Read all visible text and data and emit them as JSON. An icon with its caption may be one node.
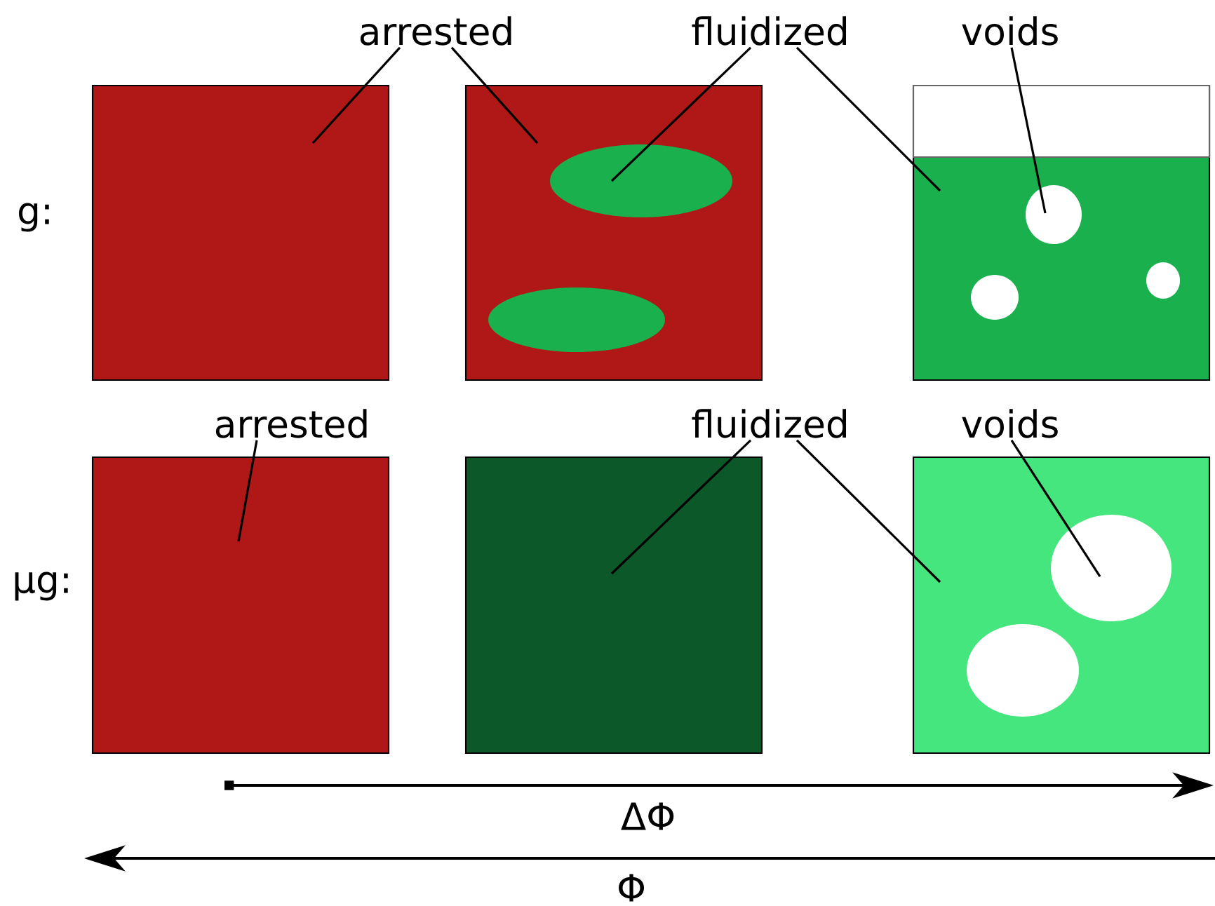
{
  "diagram": {
    "nodes": [
      {
        "text": [
          "arrested"
        ]
      },
      {
        "text": [
          "fluidized"
        ]
      },
      {
        "text": [
          "voids"
        ]
      },
      {
        "text": [
          "arrested"
        ]
      },
      {
        "text": [
          "fluidized"
        ]
      },
      {
        "text": [
          "voids"
        ]
      },
      {
        "text": [],
        "shape": "box"
      },
      {
        "text": [],
        "shape": "box"
      },
      {
        "text": [],
        "shape": "ellipse",
        "in": 7
      },
      {
        "text": [],
        "shape": "ellipse",
        "in": 7
      },
      {
        "text": [],
        "shape": "box"
      },
      {
        "text": [],
        "shape": "circle",
        "in": 10
      },
      {
        "text": [],
        "shape": "circle",
        "in": 10
      },
      {
        "text": [],
        "shape": "circle",
        "in": 10
      },
      {
        "text": [],
        "shape": "box"
      },
      {
        "text": [],
        "shape": "box"
      },
      {
        "text": [],
        "shape": "box"
      },
      {
        "text": [],
        "shape": "ellipse",
        "in": 16
      },
      {
        "text": [],
        "shape": "ellipse",
        "in": 16
      }
    ],
    "edges": [
      {
        "from": 0,
        "to": 6,
        "arrow": "none"
      },
      {
        "from": 0,
        "to": 7,
        "arrow": "none"
      },
      {
        "from": 1,
        "to": 8,
        "arrow": "none"
      },
      {
        "from": 1,
        "to": 10,
        "arrow": "none"
      },
      {
        "from": 2,
        "to": 11,
        "arrow": "none"
      },
      {
        "from": 3,
        "to": 14,
        "arrow": "none"
      },
      {
        "from": 4,
        "to": 15,
        "arrow": "none"
      },
      {
        "from": 4,
        "to": 16,
        "arrow": "none"
      },
      {
        "from": 5,
        "to": 17,
        "arrow": "none"
      }
    ],
    "labels": [
      "g:",
      "μg:",
      "ΔΦ",
      "Φ"
    ]
  }
}
